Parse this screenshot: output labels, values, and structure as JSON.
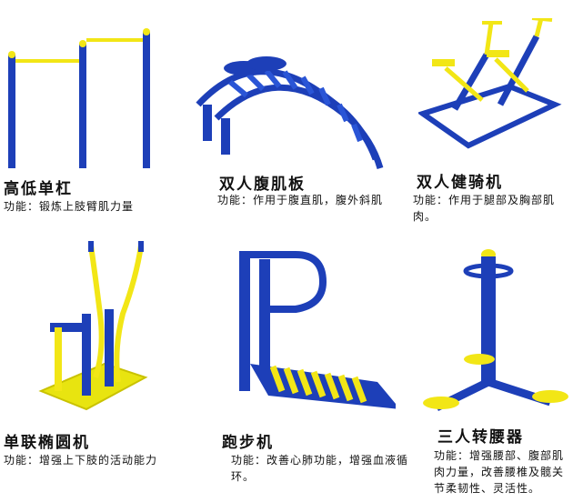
{
  "products": [
    {
      "title": "高低单杠",
      "desc": "功能：锻炼上肢臂肌力量"
    },
    {
      "title": "双人腹肌板",
      "desc": "功能：作用于腹直肌，腹外斜肌"
    },
    {
      "title": "双人健骑机",
      "desc": "功能：作用于腿部及胸部肌肉。"
    },
    {
      "title": "单联椭圆机",
      "desc": "功能：增强上下肢的活动能力"
    },
    {
      "title": "跑步机",
      "desc": "功能：改善心肺功能，增强血液循环。"
    },
    {
      "title": "三人转腰器",
      "desc": "功能：增强腰部、腹部肌肉力量，改善腰椎及髋关节柔韧性、灵活性。"
    }
  ],
  "colors": {
    "blue": "#1d3fb8",
    "yellow": "#f2e616",
    "dark": "#111111"
  }
}
